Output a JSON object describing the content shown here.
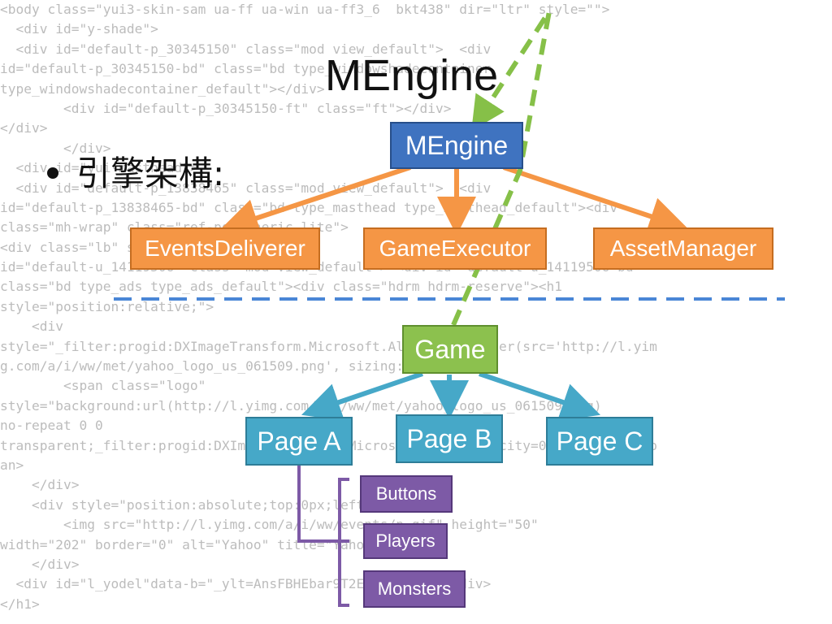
{
  "background_code": [
    "<body class=\"yui3-skin-sam ua-ff ua-win ua-ff3_6  bkt438\" dir=\"ltr\" style=\"\">",
    "  <div id=\"y-shade\">",
    "  <div id=\"default-p_30345150\" class=\"mod view_default\">  <div",
    "id=\"default-p_30345150-bd\" class=\"bd type_windowshadecontainer",
    "type_windowshadecontainer_default\"></div>",
    "        <div id=\"default-p_30345150-ft\" class=\"ft\"></div>",
    "</div>",
    "        </div>",
    "  <div id=\"yui-masthead\">",
    "  <div id=\"default-p_13838465\" class=\"mod view_default\">  <div",
    "id=\"default-p_13838465-bd\" class=\"bd type_masthead type_masthead_default\"><div",
    "class=\"mh-wrap\" class=\"ref-pg-generic lite\">",
    "<div class=\"lb\" style=\"\"><!-- u: 20",
    "id=\"default-u_14119506\" class=\"mod view_default\"> <div id=\"default-u_14119506-bd\"",
    "class=\"bd type_ads type_ads_default\"><div class=\"hdrm hdrm-reserve\"><h1",
    "style=\"position:relative;\">",
    "    <div",
    "style=\"_filter:progid:DXImageTransform.Microsoft.AlphaImageLoader(src='http://l.yim",
    "g.com/a/i/ww/met/yahoo_logo_us_061509.png', sizing:100%;\">",
    "        <span class=\"logo\"",
    "style=\"background:url(http://l.yimg.com/a/i/ww/met/yahoo_logo_us_061509.png)",
    "no-repeat 0 0",
    "transparent;_filter:progid:DXImageTransform.Microsoft.Alpha(opacity=0);\">Yahoo!</sp",
    "an>",
    "    </div>",
    "    <div style=\"position:absolute;top:0px;left:0px;\">",
    "        <img src=\"http://l.yimg.com/a/i/ww/events/p.gif\" height=\"50\"",
    "width=\"202\" border=\"0\" alt=\"Yahoo\" title=\"Yahoo\" />",
    "    </div>",
    "  <div id=\"l_yodel\"data-b=\"_ylt=AnsFBHEbar9T2EkDabvZx4\"></div>",
    "</h1>"
  ],
  "slide": {
    "title": "MEngine",
    "bullet": "引擎架構:"
  },
  "diagram": {
    "root": "MEngine",
    "engine_parts": [
      "EventsDeliverer",
      "GameExecutor",
      "AssetManager"
    ],
    "game": "Game",
    "pages": [
      "Page A",
      "Page B",
      "Page C"
    ],
    "page_a_items": [
      "Buttons",
      "Players",
      "Monsters"
    ]
  },
  "colors": {
    "root_fill": "#3f73c0",
    "engine_part_fill": "#f59645",
    "game_fill": "#8cc14e",
    "page_fill": "#46a8c8",
    "item_fill": "#7d5aa6",
    "dashed_separator": "#4a86d6",
    "dashed_arrow": "#86c048",
    "bracket": "#7d5aa6"
  }
}
